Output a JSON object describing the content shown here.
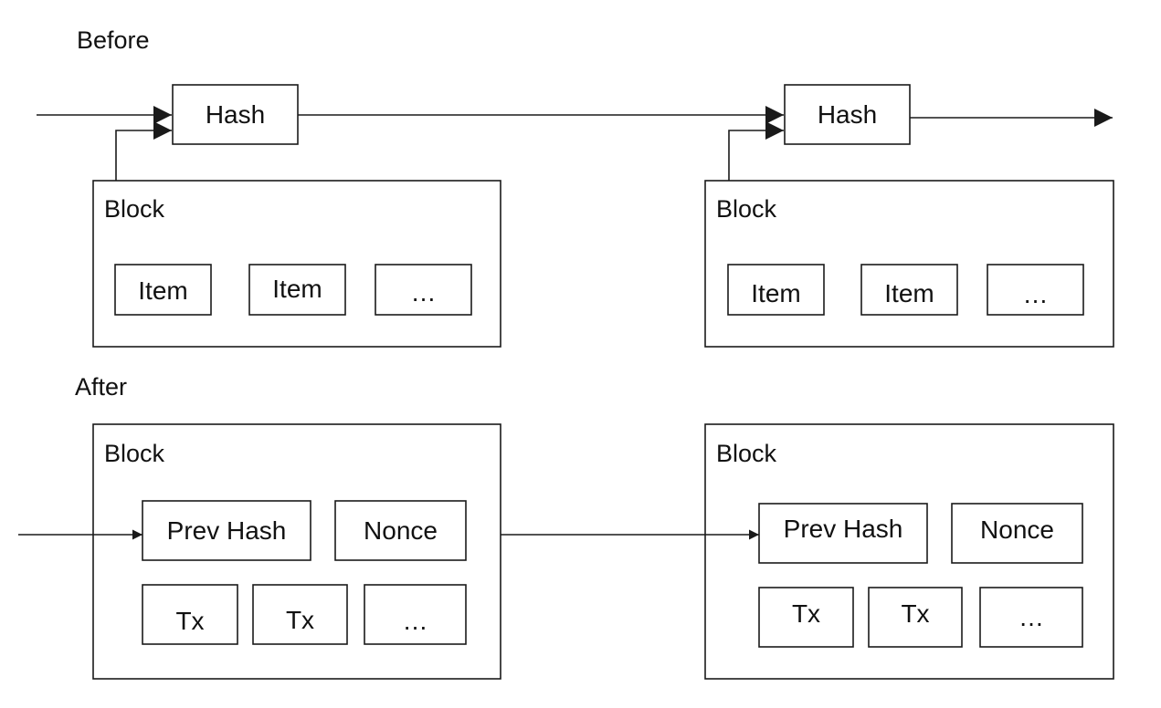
{
  "before": {
    "section_label": "Before",
    "hash_label": "Hash",
    "blocks": [
      {
        "label": "Block",
        "items": [
          "Item",
          "Item",
          "…"
        ]
      },
      {
        "label": "Block",
        "items": [
          "Item",
          "Item",
          "…"
        ]
      }
    ]
  },
  "after": {
    "section_label": "After",
    "blocks": [
      {
        "label": "Block",
        "header_fields": [
          "Prev Hash",
          "Nonce"
        ],
        "transactions": [
          "Tx",
          "Tx",
          "…"
        ]
      },
      {
        "label": "Block",
        "header_fields": [
          "Prev Hash",
          "Nonce"
        ],
        "transactions": [
          "Tx",
          "Tx",
          "…"
        ]
      }
    ]
  }
}
